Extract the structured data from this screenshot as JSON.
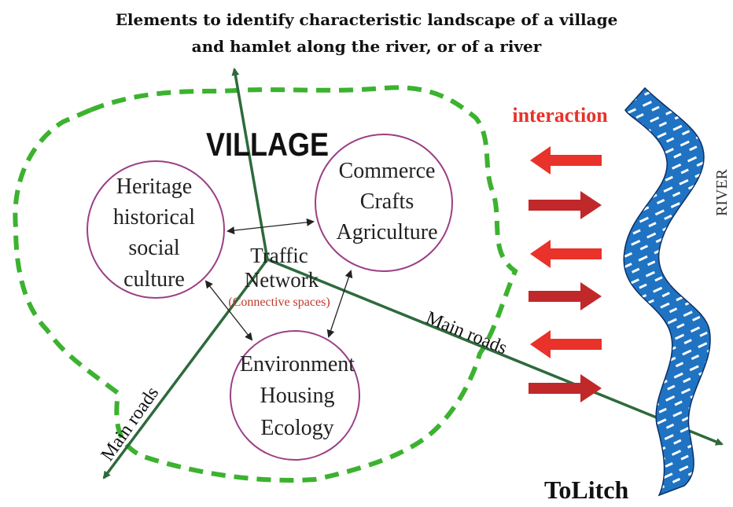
{
  "title": {
    "line1": "Elements to identify characteristic landscape of a village",
    "line2": "and hamlet along the river, or of a river"
  },
  "village_label": "VILLAGE",
  "circles": {
    "heritage": [
      "Heritage",
      "historical",
      "social",
      "culture"
    ],
    "commerce": [
      "Commerce",
      "Crafts",
      "Agriculture"
    ],
    "environment": [
      "Environment",
      "Housing",
      "Ecology"
    ]
  },
  "traffic": {
    "line1": "Traffic",
    "line2": "Network",
    "note": "(Connective spaces)"
  },
  "roads": {
    "left": "Main roads",
    "right": "Main roads"
  },
  "interaction_label": "interaction",
  "river_label": "RIVER",
  "credit": "ToLitch",
  "colors": {
    "boundary": "#3cb22f",
    "roads": "#2e6a3c",
    "circles": "#9b3f86",
    "interaction": "#e8322a",
    "river": "#1f73c2",
    "river_outline": "#0c2f66"
  }
}
